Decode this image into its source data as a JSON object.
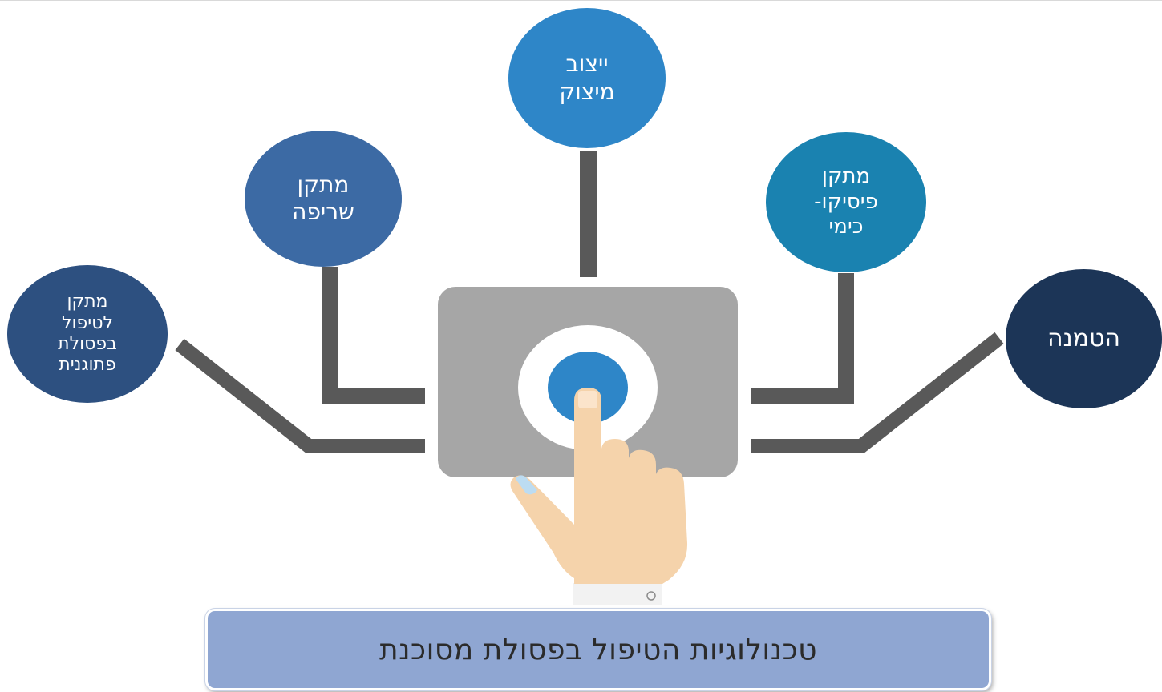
{
  "diagram": {
    "title": "טכנולוגיות הטיפול בפסולת מסוכנת",
    "nodes": {
      "stabilization": {
        "label": "ייצוב\nמיצוק",
        "color": "#2e86c8"
      },
      "incineration": {
        "label": "מתקן\nשריפה",
        "color": "#3c6aa4"
      },
      "physchem": {
        "label": "מתקן\nפיסיקו-\nכימי",
        "color": "#1a82b0"
      },
      "pathogenic": {
        "label": "מתקן\nלטיפול\nבפסולת\nפתוגנית",
        "color": "#2d5080"
      },
      "landfill": {
        "label": "הטמנה",
        "color": "#1c3557"
      }
    },
    "colors": {
      "connector": "#595959",
      "device_body": "#a6a6a6",
      "device_ring": "#ffffff",
      "button": "#2e86c8",
      "hand": "#f5d3ab",
      "nail": "#fbe4cb",
      "cuff": "#f2f2f2",
      "title_box": "#8fa6d2"
    }
  }
}
